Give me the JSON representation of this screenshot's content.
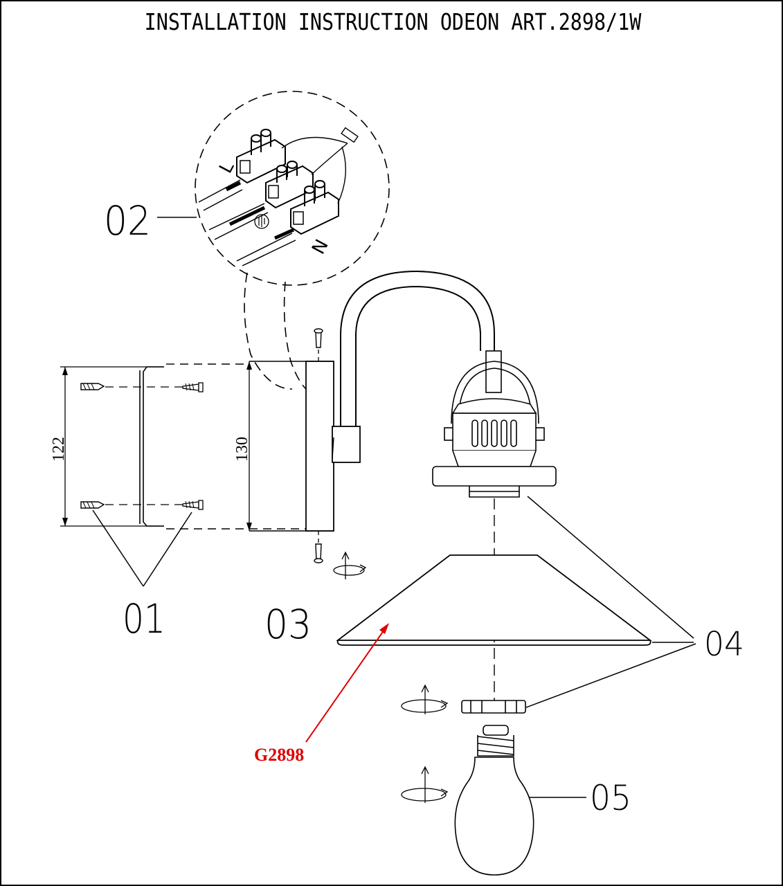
{
  "title": "INSTALLATION INSTRUCTION ODEON ART.2898/1W",
  "labels": {
    "part_01": "01",
    "part_02": "02",
    "part_03": "03",
    "part_04": "04",
    "part_05": "05"
  },
  "dimensions": {
    "bracket_height": "122",
    "plate_height": "130"
  },
  "terminals": {
    "live": "L",
    "neutral": "N",
    "earth": "⏚"
  },
  "callout": {
    "code": "G2898",
    "color": "#e00000"
  }
}
